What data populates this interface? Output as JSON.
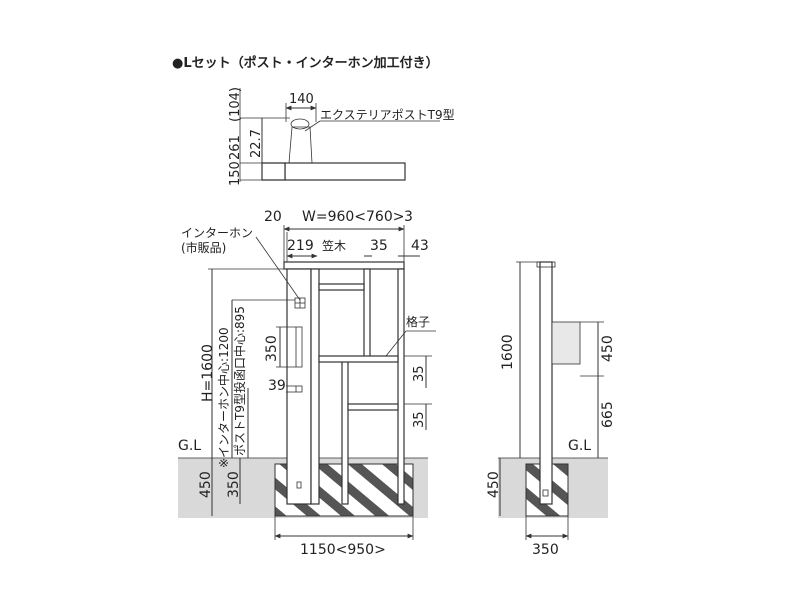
{
  "title": "●Lセット（ポスト・インターホン加工付き）",
  "top_view": {
    "dims": {
      "w140": "140",
      "h104": "(104)",
      "h261": "261",
      "h22_7": "22.7",
      "h150": "150"
    },
    "label_post": "エクステリアポストT9型"
  },
  "front_view": {
    "label_intercom": "インターホン",
    "label_intercom_sub": "(市販品)",
    "dims": {
      "left20": "20",
      "width": "W=960<760>",
      "right3": "3",
      "d219": "219",
      "d35top": "35",
      "d43": "43",
      "d350": "350",
      "d39": "39",
      "d35a": "35",
      "d35b": "35",
      "height": "H=1600",
      "depth450": "450",
      "depth350": "350",
      "bottom_width": "1150<950>"
    },
    "label_kasagi": "笠木",
    "label_koushi": "格子",
    "label_intercom_center": "※インターホン中心:1200",
    "label_post_center": "ポストT9型投函口中心:895",
    "gl": "G.L"
  },
  "side_view": {
    "dims": {
      "h1600": "1600",
      "d450": "450",
      "d665": "665",
      "depth450": "450",
      "width350": "350"
    },
    "gl": "G.L"
  },
  "colors": {
    "ground": "#d9d9d9",
    "line": "#333333",
    "hatch": "#444444",
    "post_box": "#e8e8e8"
  }
}
